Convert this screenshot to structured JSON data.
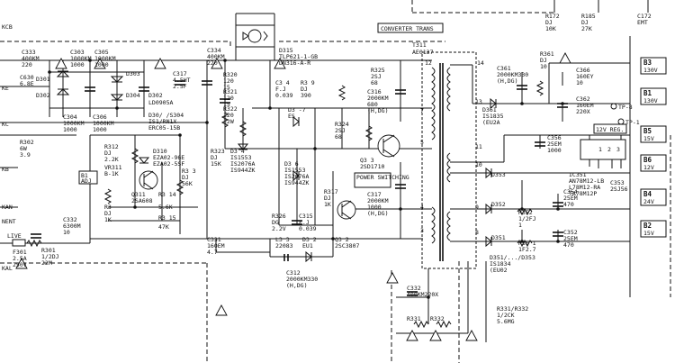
{
  "header": {
    "converter_trans": "CONVERTER TRANS",
    "frag_kcb": "KCB",
    "frag_ke": "KE",
    "frag_kc": "KC",
    "frag_kb": "KB",
    "frag_kan": "KAN",
    "frag_nent": "NENT",
    "frag_kal": "KAL",
    "frag_live": "LIVE"
  },
  "components": {
    "c333": "C333",
    "c333_v": "400KM",
    "c333_v2": "220",
    "c303": "C303",
    "c303_v": "1000KM",
    "c303_v2": "1000",
    "c305": "C305",
    "c305_v": "1000KM",
    "c305_v2": "1000",
    "d303": "D303",
    "c317": "C317",
    "c317_v": "4.5HT",
    "c317_v2": "2.5F",
    "d301": "D301",
    "d302": "D302",
    "d304": "D304",
    "c304": "C304",
    "c304_v": "1000KM",
    "c304_v2": "1000",
    "c306": "C306",
    "c306_v": "1000KM",
    "c306_v2": "1000",
    "c630": "C630",
    "c630_v": "6.8E",
    "d302b": "D302",
    "d302b_v": "LD0905A",
    "d305": "D30/   /S304",
    "d305_v": "IS1/RN1X",
    "d305_v2": "ERC05-15B",
    "c334": "C334",
    "c334_v": "400KM",
    "c334_v2": "220",
    "d315": "D315",
    "d315_v": "TLP621-1-GB",
    "d315_v2": "DN316-A-R",
    "r320": "R320",
    "r320_v": "120",
    "r320_v2": "15",
    "r321": "R321",
    "r321_v": "120",
    "r321_v2": "15",
    "r322": "R322",
    "r322_v": "120",
    "r322_v2": "12W",
    "r302": "R302",
    "r302_v": "6W",
    "r302_v2": "3.9",
    "r312": "R312",
    "r312_v": "DJ",
    "r312_v2": "2.2K",
    "vr311": "VR311",
    "vr311_v": "B-1K",
    "d310": "D310",
    "d310_v": "EZA02-96E",
    "d310_v2": "EZA02-5SF",
    "r313": "R3 3",
    "r313_v": "DJ",
    "r313_v2": "56K",
    "q311": "Q311",
    "q311_v": "2SA608",
    "r314": "R3 14",
    "r314_v": "5.6K",
    "r3a": "R3",
    "r3a_v": "DJ",
    "r3a_v2": "1K",
    "r315": "R3 15",
    "r315_v": "47K",
    "c331": "C331",
    "c331_v": "160EM",
    "c331_v2": "4.7",
    "r323": "R323",
    "r323_v": "DJ",
    "r323_v2": "15K",
    "d314": "D3 4",
    "d314_v": "IS1553",
    "d314_v2": "IS2076A",
    "d314_v3": "IS944ZK",
    "c314": "C3 4",
    "c314_v": "F.J",
    "c314_v2": "0.039",
    "r319": "R3 9",
    "r319_v": "DJ",
    "r319_v2": "390",
    "d317": "D3 -7",
    "d317_v": "ES",
    "d316": "D3 6",
    "d316_v": "IS1553",
    "d316_v2": "IS2076A",
    "d316_v3": "IS944ZK",
    "r325": "R325",
    "r325_v": "2SJ",
    "r325_v2": "68",
    "c316": "C316",
    "c316_v": "2000KM",
    "c316_v2": "680",
    "c316_v3": "(H,DG)",
    "r324": "R324",
    "r324_v": "2SJ",
    "r324_v2": "68",
    "q313": "Q3 3",
    "q313_v": "2SD1710",
    "power_switching": "POWER SWITCHING",
    "r317": "R317",
    "r317_v": "DJ",
    "r317_v2": "1K",
    "c317b": "C317",
    "c317b_v": "2000KM",
    "c317b_v2": "1000",
    "c317b_v3": "(H,DG)",
    "r326": "R326",
    "r326_v": "DG",
    "r326_v2": "2.2V",
    "c315": "C315",
    "c315_v": "F.J",
    "c315_v2": "0.039",
    "q312": "Q3 2",
    "q312_v": "2SC3807",
    "l313": "L3 3",
    "l313_v": "22083",
    "d312": "D3 2",
    "d312_v": "EU1",
    "c312": "C312",
    "c312_v": "2000KM330",
    "c312_v2": "(H,DG)",
    "c332": "C332",
    "c332_v": "6300M",
    "c332_v2": "10",
    "r301": "R301",
    "r301_v": "1/2DJ",
    "r301_v2": "22M",
    "f301": "F301",
    "f301_v": "2.5A",
    "f301_v2": "250V",
    "b1": "B1",
    "b1_v": "ADJ",
    "t311": "T311",
    "t311_v": "AE0137",
    "c361": "C361",
    "c361_v": "2000KM330",
    "c361_v2": "(H,DG)",
    "d361": "D361",
    "d361_v": "IS1835",
    "d361_v2": "(EU2A",
    "r361": "R361",
    "r361_v": "DJ",
    "r361_v2": "10",
    "c366": "C366",
    "c366_v": "160EY",
    "c366_v2": "10",
    "c362": "C362",
    "c362_v": "160EM",
    "c362_v2": "220X",
    "c356": "C356",
    "c356_v": "25EM",
    "c356_v2": "1000",
    "ic351": "IC351",
    "ic351_v": "AN78M12-LB",
    "ic351_v2": "L78M12-RA",
    "ic351_v3": "TA78M12P",
    "c353": "C353",
    "c353_v": "2SJ56",
    "d353": "D353",
    "d352": "D352",
    "d351": "D351",
    "r352": "R352",
    "r352_v": "1/2FJ",
    "r352_v2": "1",
    "c354": "C354",
    "c354_v": "25EM",
    "c354_v2": "470",
    "r351": "R35 1",
    "r351_v": "1F2.7",
    "c352": "C352",
    "c352_v": "25EM",
    "c352_v2": "470",
    "d351_353": "D351/.../D353",
    "d351_353_v": "IS1834",
    "d351_353_v2": "(EU02",
    "c332b": "C332",
    "c332b_v": "400KM220X",
    "r331": "R331",
    "r332": "R332",
    "r331_332": "R331/R332",
    "r331_332_v": "1/2CK",
    "r331_332_v2": "5.6MG",
    "r172": "R172",
    "r172_v": "DJ",
    "r172_v2": "10K",
    "r185": "R185",
    "r185_v": "DJ",
    "r185_v2": "27K",
    "c172": "C172",
    "c172_v": "EMT",
    "pin_1": "1",
    "pin_2": "2",
    "pin_3": "3"
  },
  "pins": {
    "p14": "14",
    "p12": "12",
    "p13": "13",
    "p7": "7",
    "p5": "5",
    "p4": "4",
    "p3": "3",
    "p11": "11",
    "p10": "10",
    "p9": "9",
    "p8": "8"
  },
  "outputs": [
    {
      "id": "B3",
      "voltage": "130V"
    },
    {
      "id": "B1",
      "voltage": "130V"
    },
    {
      "id": "B5",
      "voltage": "15V"
    },
    {
      "id": "B6",
      "voltage": "12V"
    },
    {
      "id": "B4",
      "voltage": "24V"
    },
    {
      "id": "B2",
      "voltage": "15V"
    }
  ],
  "test_points": {
    "tp8": "TP-8",
    "tp1": "TP-1",
    "reg": "12V REG."
  }
}
